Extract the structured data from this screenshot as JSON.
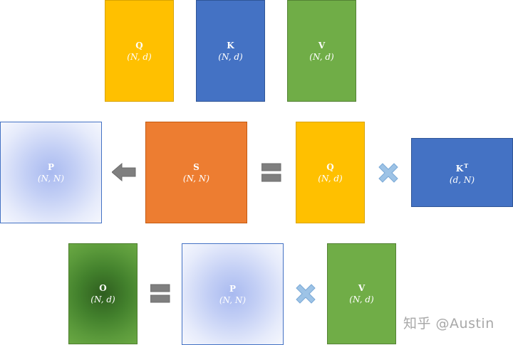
{
  "row1": {
    "q": {
      "label": "Q",
      "dims": "(N, d)"
    },
    "k": {
      "label": "K",
      "dims": "(N, d)"
    },
    "v": {
      "label": "V",
      "dims": "(N, d)"
    }
  },
  "row2": {
    "p": {
      "label": "P",
      "dims": "(N, N)"
    },
    "s": {
      "label": "S",
      "dims": "(N, N)"
    },
    "q": {
      "label": "Q",
      "dims": "(N, d)"
    },
    "kt": {
      "label": "K",
      "superscript": "T",
      "dims": "(d, N)"
    }
  },
  "row3": {
    "o": {
      "label": "O",
      "dims": "(N, d)"
    },
    "p": {
      "label": "P",
      "dims": "(N, N)"
    },
    "v": {
      "label": "V",
      "dims": "(N, d)"
    }
  },
  "watermark": "知乎 @Austin",
  "colors": {
    "q": "#ffc000",
    "k": "#4472c4",
    "v": "#70ad47",
    "s": "#ed7d31",
    "operator_gray": "#7f7f7f",
    "multiply_light_blue": "#9dc3e6"
  },
  "icons": [
    "left-arrow-icon",
    "equals-icon",
    "multiply-icon"
  ]
}
